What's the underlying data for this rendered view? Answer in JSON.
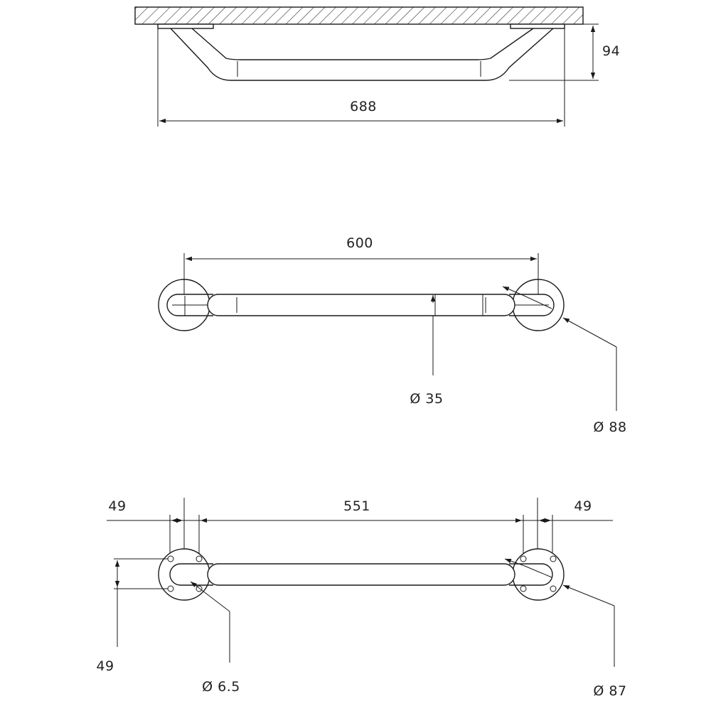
{
  "views": {
    "side": {
      "width_label": "688",
      "height_label": "94"
    },
    "front": {
      "center_distance_label": "600",
      "tube_diameter_label": "Ø 35",
      "flange_diameter_label": "Ø 88"
    },
    "mounting": {
      "left_offset_label": "49",
      "middle_length_label": "551",
      "right_offset_label": "49",
      "vertical_spacing_label": "49",
      "hole_diameter_label": "Ø 6.5",
      "plate_diameter_label": "Ø 87"
    }
  }
}
